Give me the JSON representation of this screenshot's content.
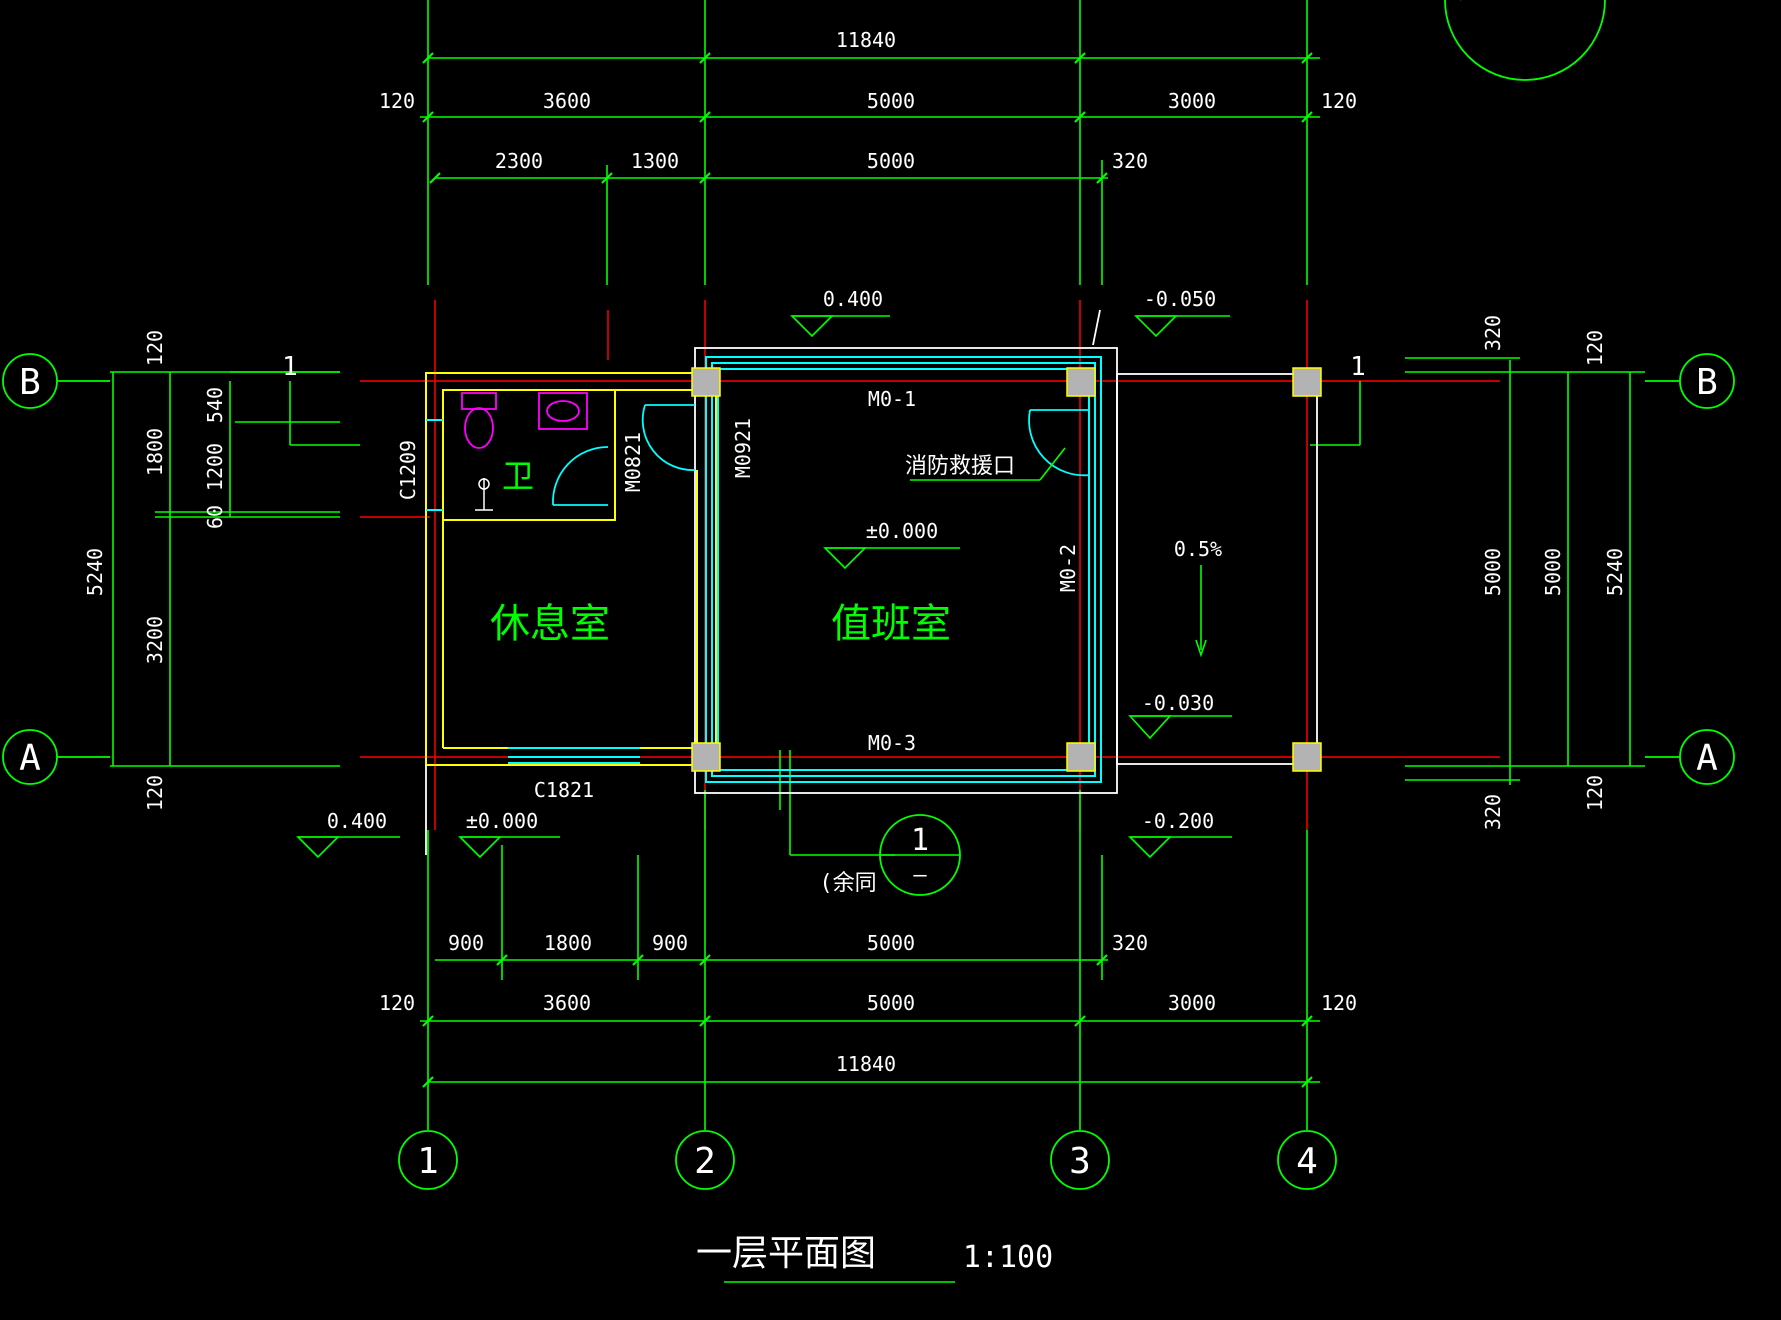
{
  "colors": {
    "background": "#000000",
    "axis_line": "#ff0000",
    "dimension": "#00ff00",
    "wall_yellow": "#ffff00",
    "wall_cyan": "#00ffff",
    "column": "#b3b3b3",
    "fixture": "#ff00ff",
    "text": "#ffffff",
    "label_green": "#00ff00"
  },
  "grid_axes": {
    "vertical": [
      "1",
      "2",
      "3",
      "4"
    ],
    "horizontal": [
      "A",
      "B"
    ]
  },
  "dimensions": {
    "top_total": "11840",
    "top_row2": [
      "120",
      "3600",
      "5000",
      "3000",
      "120"
    ],
    "top_row3": [
      "2300",
      "1300",
      "5000",
      "320"
    ],
    "bottom_row1": [
      "900",
      "1800",
      "900",
      "5000",
      "320"
    ],
    "bottom_row2": [
      "120",
      "3600",
      "5000",
      "3000",
      "120"
    ],
    "bottom_total": "11840",
    "left_outer": "5240",
    "left_mid": [
      "1800",
      "3200"
    ],
    "left_inner": [
      "120",
      "540",
      "1200",
      "60",
      "120"
    ],
    "right_dims": [
      "320",
      "120",
      "5000",
      "5000",
      "5240",
      "320",
      "120"
    ]
  },
  "elevations": {
    "top_left": "0.400",
    "top_right": "-0.050",
    "center": "±0.000",
    "right_mid": "-0.030",
    "bottom_a": "0.400",
    "bottom_b": "±0.000",
    "bottom_c": "-0.200"
  },
  "slope": "0.5%",
  "doors": {
    "d1": "M0-1",
    "d2": "M0-2",
    "d3": "M0-3",
    "d4": "M0921",
    "d5": "M0821"
  },
  "windows": {
    "w1": "C1209",
    "w2": "C1821"
  },
  "rooms": {
    "rest": "休息室",
    "duty": "值班室",
    "wc": "卫"
  },
  "labels": {
    "fire_rescue": "消防救援口",
    "others_same": "(余同",
    "section_mark": "1",
    "section_ref_top": "1",
    "section_ref_bottom": "—"
  },
  "title": {
    "text": "一层平面图",
    "scale": "1:100"
  }
}
